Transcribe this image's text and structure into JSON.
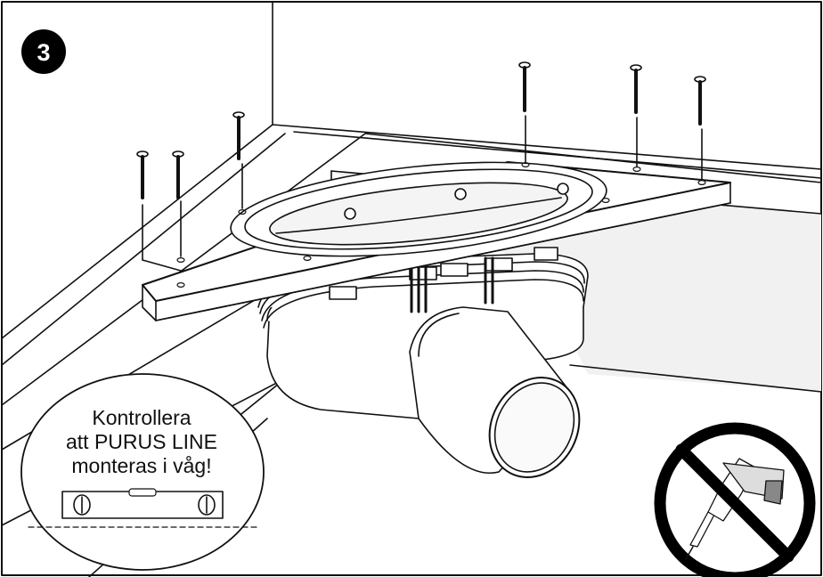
{
  "step": {
    "number": "3"
  },
  "callout": {
    "lines": [
      "Kontrollera",
      "att PURUS LINE",
      "monteras i våg!"
    ]
  },
  "prohibition": {
    "icon": "no-drill-icon"
  },
  "colors": {
    "outline": "#111111",
    "wall_shade": "#f1f1f1",
    "floor_shade": "#f7f7f7",
    "frame": "#ffffff",
    "badge": "#000000"
  }
}
